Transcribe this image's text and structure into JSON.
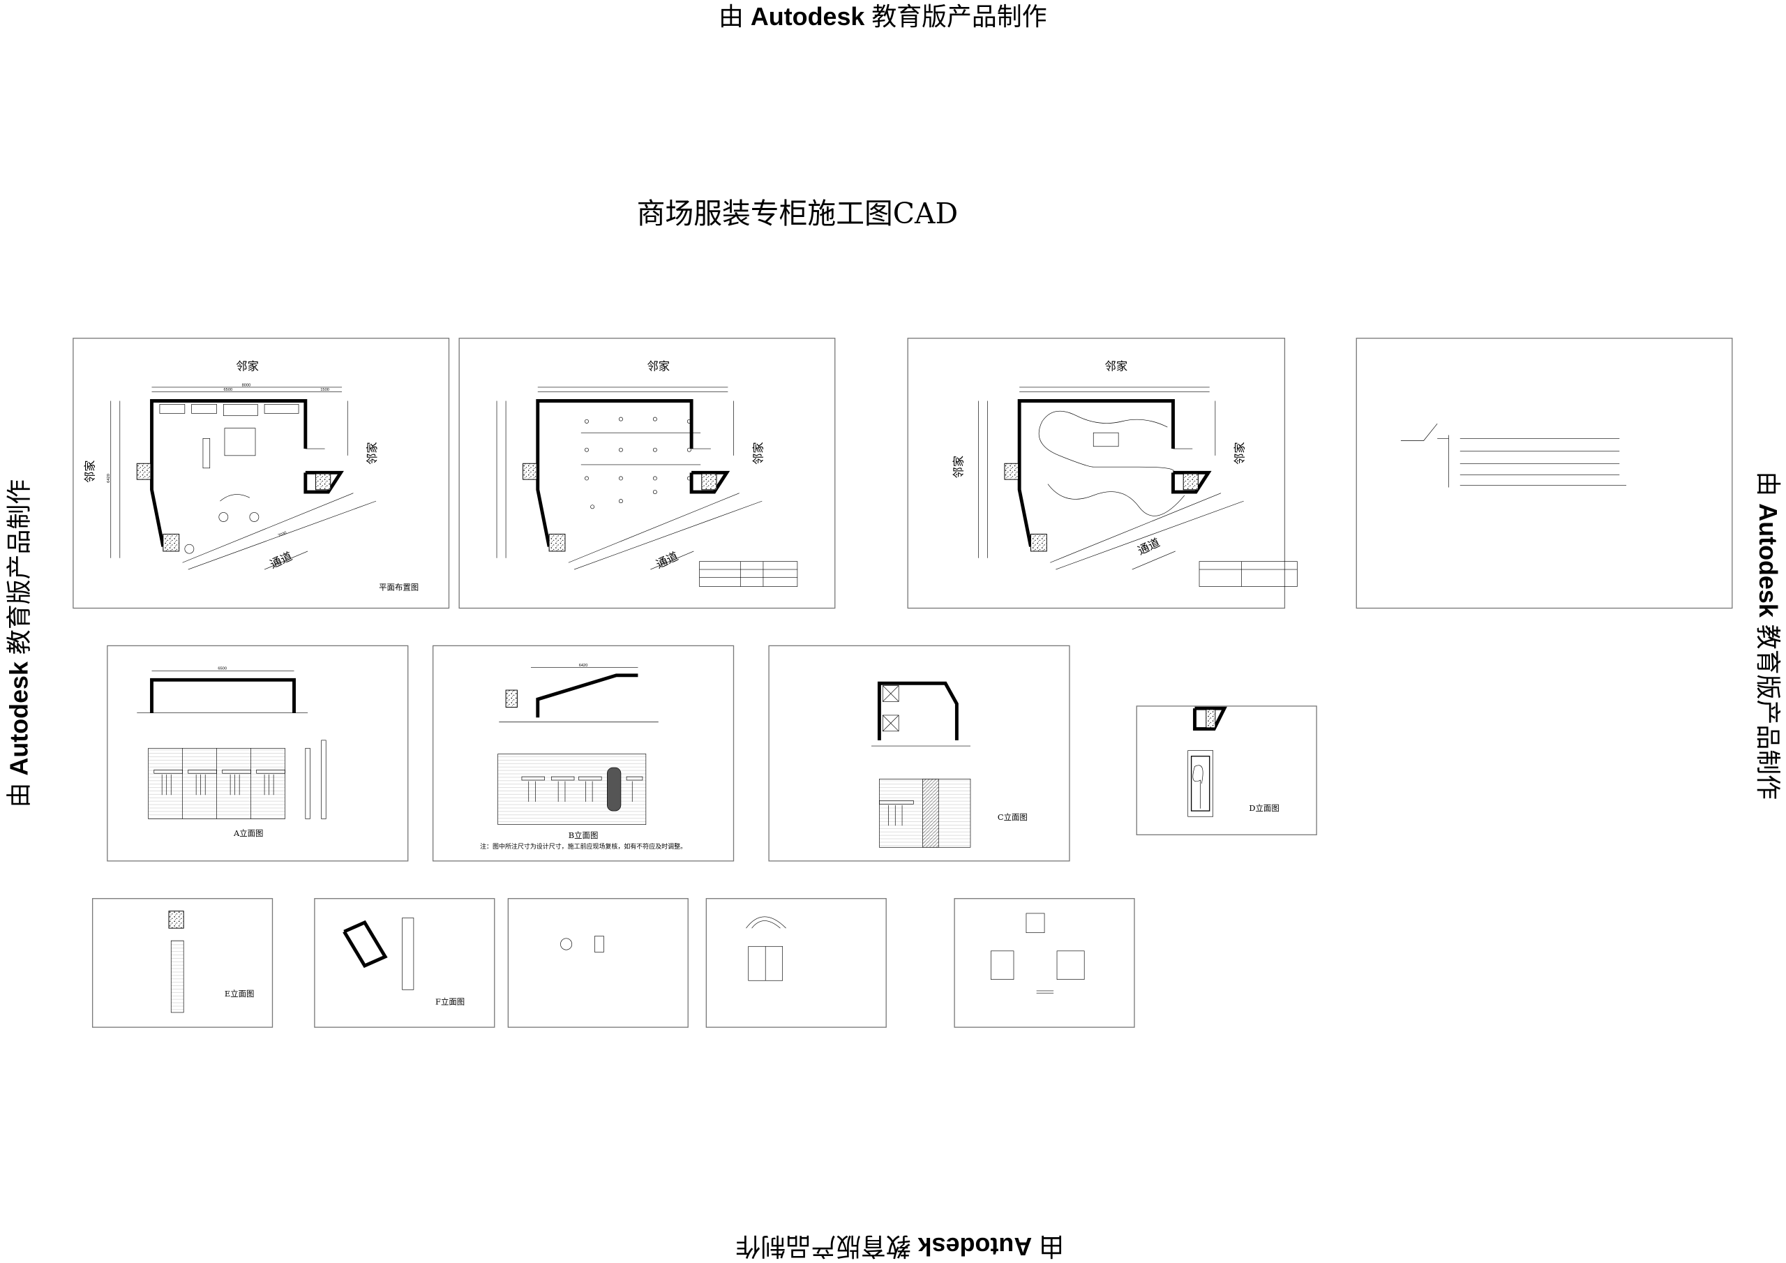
{
  "watermark": {
    "prefix": "由 ",
    "brand": "Autodesk",
    "suffix": " 教育版产品制作"
  },
  "title": "商场服装专柜施工图CAD",
  "plan": {
    "neighbor": "邻家",
    "passage": "通道",
    "label": "平面布置图",
    "dims": {
      "total_width": "8000",
      "left_width": "6500",
      "right_width": "1500",
      "height": "6420",
      "diagonal": "7030"
    }
  },
  "elevations": {
    "a_label": "A立面图",
    "a_dim": "6500",
    "b_label": "B立面图",
    "b_dim": "6420",
    "b_note": "注：图中所注尺寸为设计尺寸，施工前应现场复核，如有不符应及时调整。",
    "c_label": "C立面图",
    "d_label": "D立面图",
    "e_label": "E立面图",
    "f_label": "F立面图"
  }
}
